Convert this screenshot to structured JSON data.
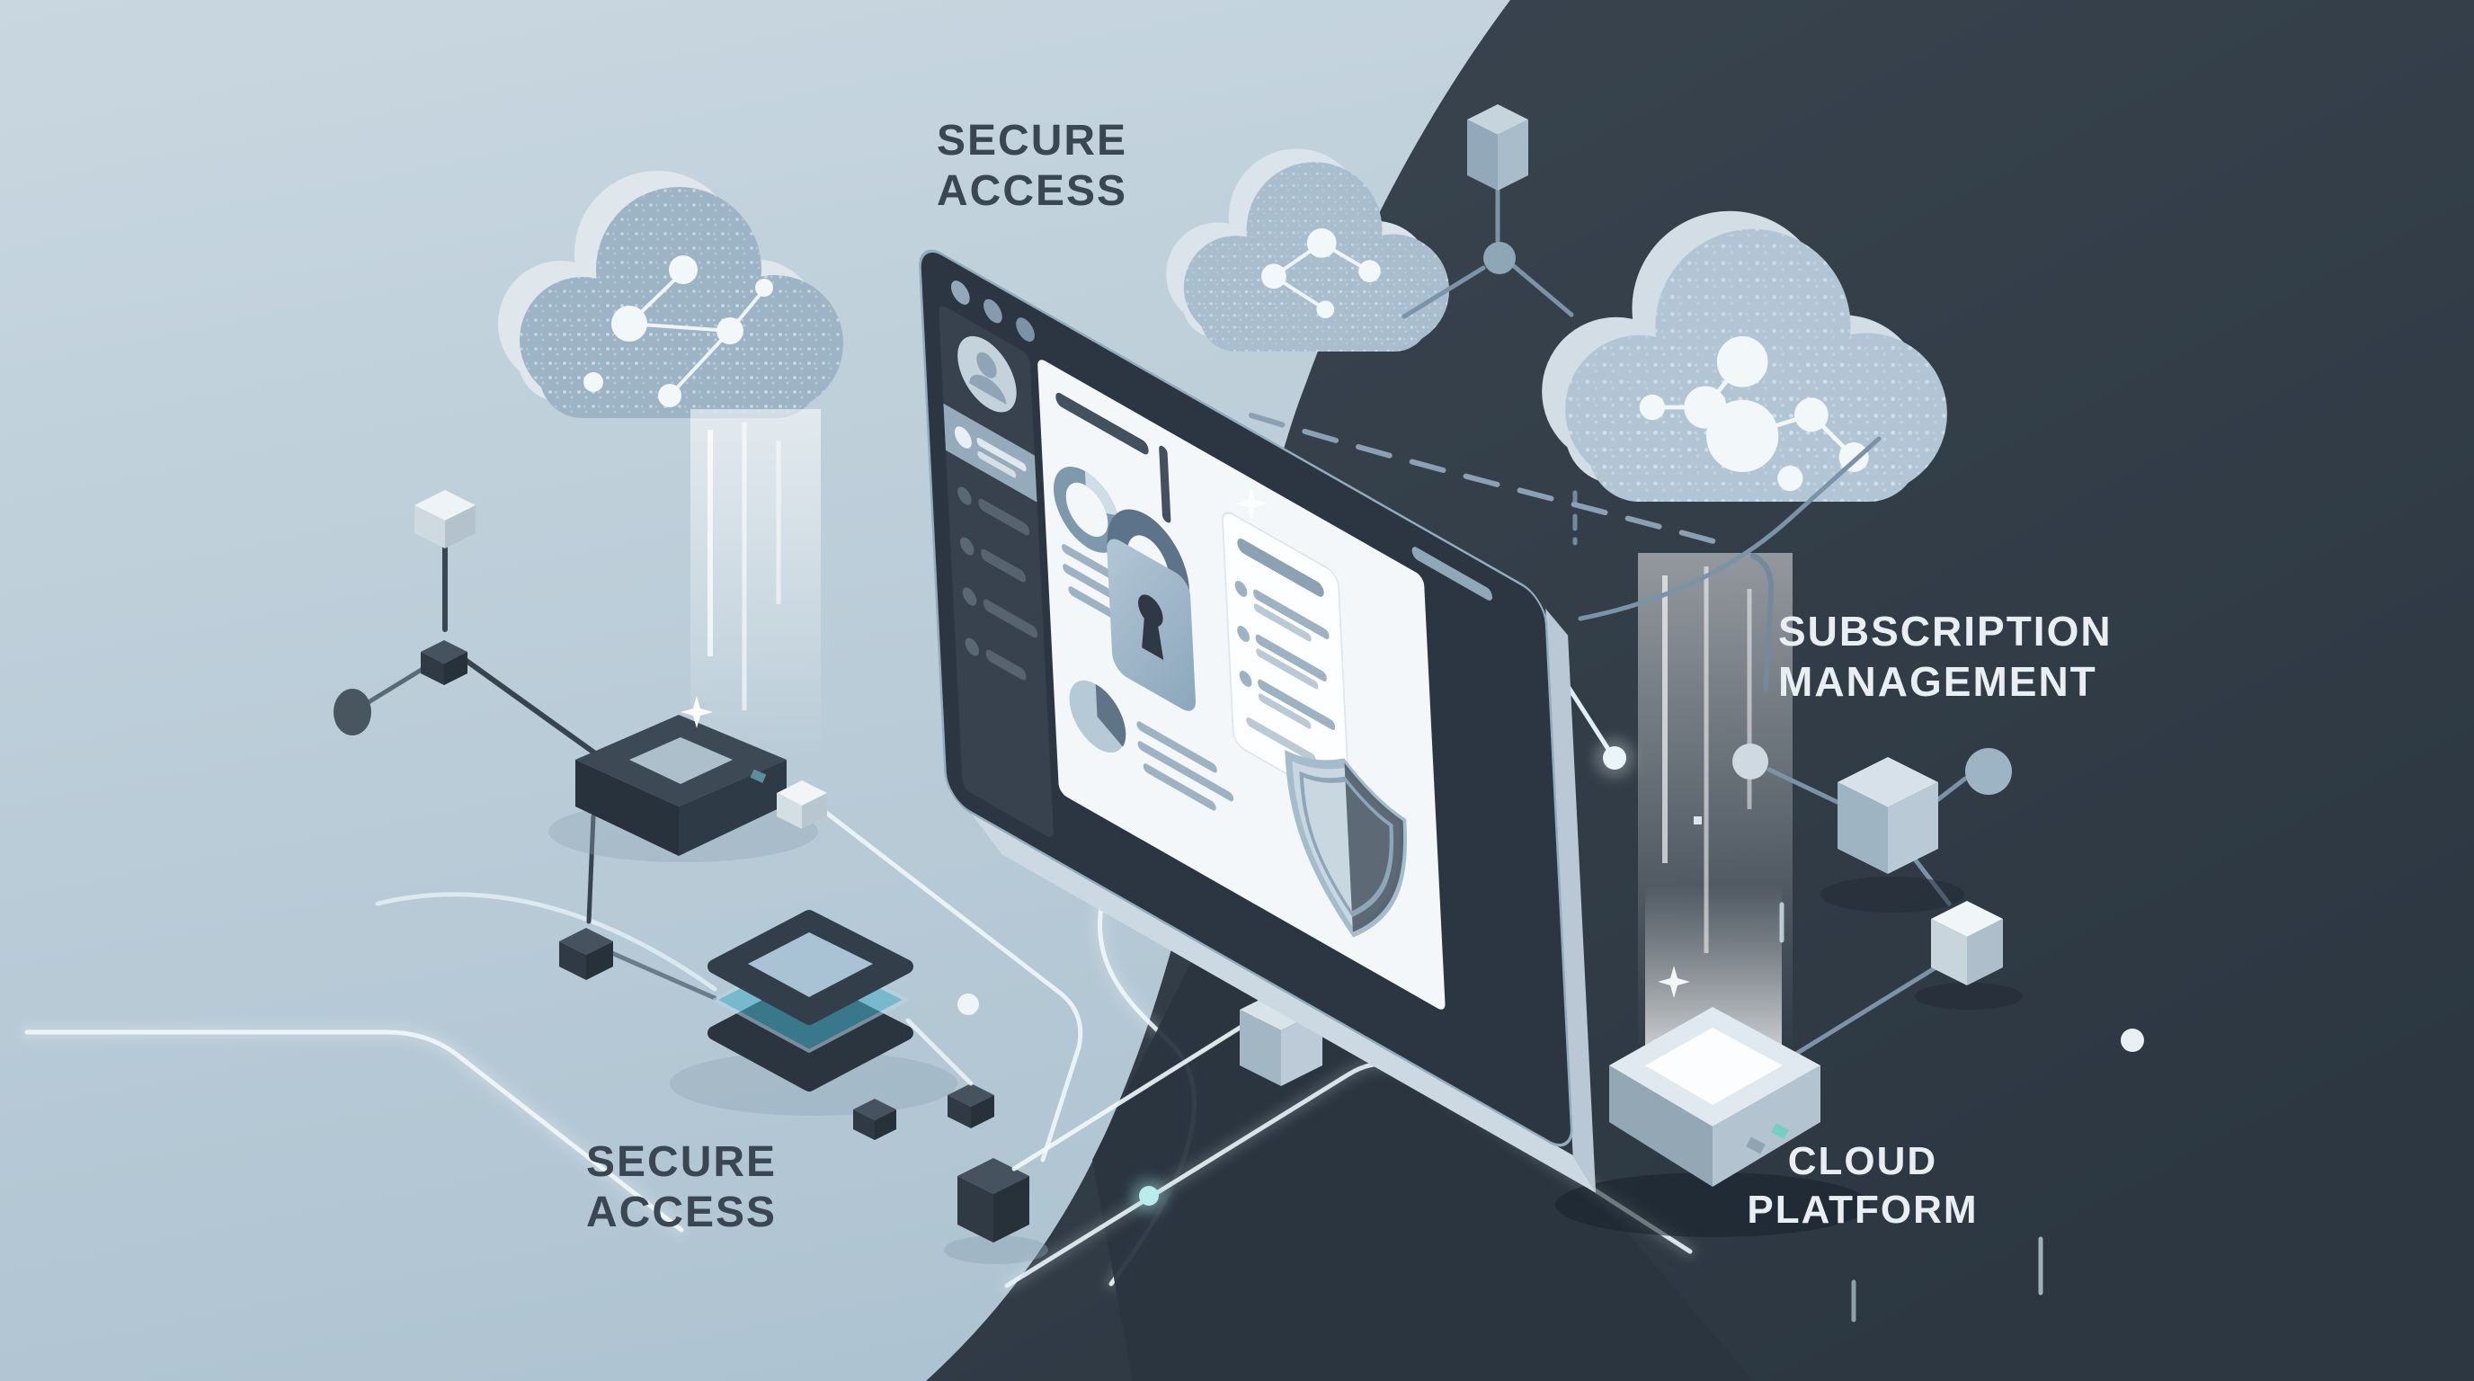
{
  "scene": {
    "description": "Isometric marketing illustration about cloud security: clouds with data patterns, a tilted browser window with padlock and shield, servers, platform, cubes and glowing circuit lines",
    "background_split": "light blue organic blob on left, dark slate field on right"
  },
  "labels": {
    "secure_access_top": {
      "line1": "SECURE",
      "line2": "ACCESS"
    },
    "subscription_management": {
      "line1": "SUBSCRIPTION",
      "line2": "MANAGEMENT"
    },
    "cloud_platform": {
      "line1": "CLOUD",
      "line2": "PLATFORM"
    },
    "secure_access_bottom": {
      "line1": "SECURE",
      "line2": "ACCESS"
    }
  },
  "palette": {
    "bg_light": "#b7cad6",
    "bg_light_high": "#c9d7e0",
    "bg_dark": "#3a4550",
    "bg_dark_deep": "#2c3742",
    "cloud_front": "#9db4c6",
    "cloud_back": "#dde6ec",
    "bezel_dark": "#2b3642",
    "sidebar_dark": "#37424e",
    "content_white": "#f3f7f9",
    "lock_body": "#9fb6c9",
    "lock_shackle": "#5d7389",
    "shield_light": "#c9d7e1",
    "shield_dark": "#4e5a66",
    "glow_line": "#eef6fa",
    "slate_line": "#7b93a6",
    "teal_glow": "#9fe3df",
    "text_dark": "#3a4651",
    "text_light": "#e9eef2"
  },
  "icons": [
    "cloud-icon",
    "cloud-icon",
    "cloud-icon",
    "browser-window",
    "window-controls-icon",
    "avatar-icon",
    "donut-chart-icon",
    "lock-icon",
    "pie-chart-icon",
    "shield-icon",
    "server-icon",
    "platform-icon",
    "layer-stack-icon",
    "cube-icon",
    "network-node-icon",
    "sparkle-icon",
    "dashed-link-line",
    "circuit-line",
    "light-beam"
  ]
}
